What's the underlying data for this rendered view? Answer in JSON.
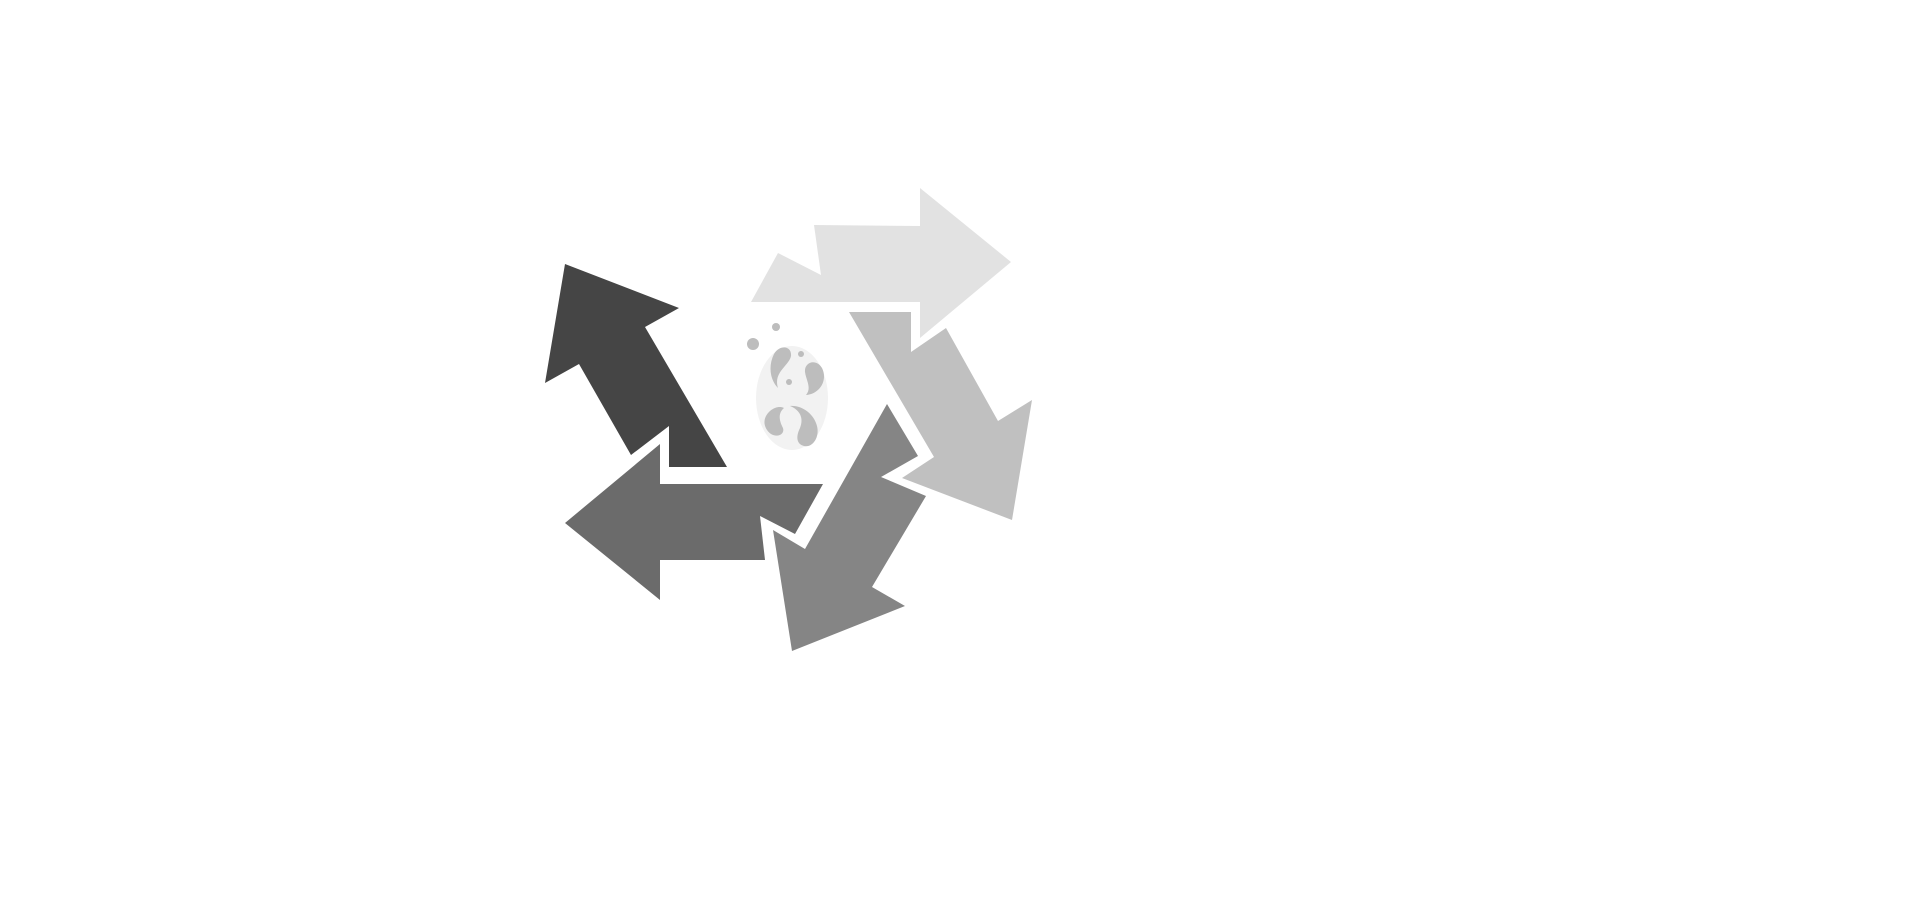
{
  "diagram": {
    "type": "cycle-arrows",
    "arrow_count": 5,
    "arrows": [
      {
        "name": "arrow-1",
        "color": "#e2e2e2"
      },
      {
        "name": "arrow-2",
        "color": "#c0c0c0"
      },
      {
        "name": "arrow-3",
        "color": "#858585"
      },
      {
        "name": "arrow-4",
        "color": "#6b6b6b"
      },
      {
        "name": "arrow-5",
        "color": "#454545"
      }
    ],
    "center": {
      "icon": "droplets-icon",
      "background_color": "#f2f2f2",
      "droplet_color": "#bdbdbd"
    }
  }
}
